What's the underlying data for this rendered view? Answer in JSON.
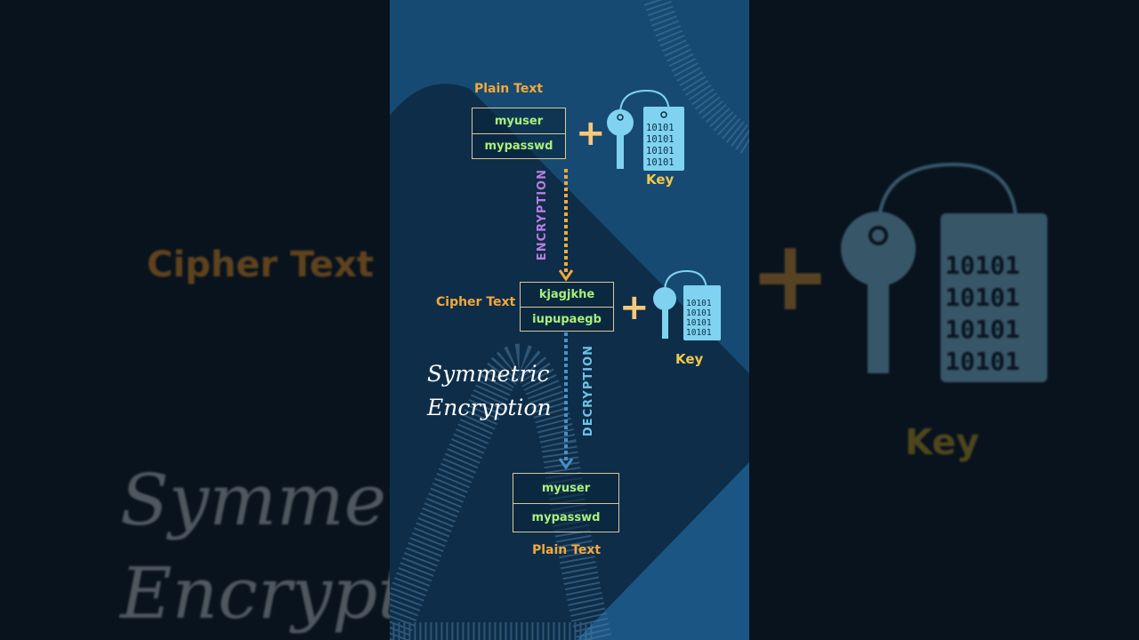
{
  "top_plain": {
    "label": "Plain Text",
    "rows": [
      "myuser",
      "mypasswd"
    ]
  },
  "cipher": {
    "label": "Cipher Text",
    "rows": [
      "kjagjkhe",
      "iupupaegb"
    ]
  },
  "bottom_plain": {
    "label": "Plain Text",
    "rows": [
      "myuser",
      "mypasswd"
    ]
  },
  "key": {
    "label": "Key",
    "bits": [
      "10101",
      "10101",
      "10101",
      "10101"
    ]
  },
  "encryption_label": "ENCRYPTION",
  "decryption_label": "DECRYPTION",
  "plus": "+",
  "title": {
    "line1": "Symmetric",
    "line2": "Encryption"
  },
  "colors": {
    "plain_label": "#f2a93b",
    "row_text": "#a8f07a",
    "encryption": "#b77ee0",
    "decryption": "#6ec3ea",
    "key": "#7fd3f0",
    "bg": "#174a72"
  }
}
